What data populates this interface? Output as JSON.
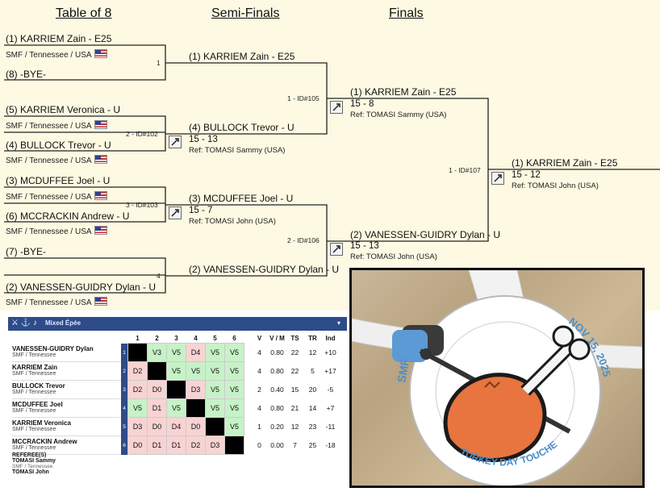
{
  "bracket": {
    "headers": {
      "t8": "Table of 8",
      "semi": "Semi-Finals",
      "final": "Finals"
    },
    "t8": [
      {
        "name": "(1) KARRIEM Zain - E25",
        "club": "SMF / Tennessee / USA"
      },
      {
        "name": "(8) -BYE-",
        "club": ""
      },
      {
        "name": "(5) KARRIEM Veronica - U",
        "club": "SMF / Tennessee / USA"
      },
      {
        "name": "(4) BULLOCK Trevor - U",
        "club": "SMF / Tennessee / USA"
      },
      {
        "name": "(3) MCDUFFEE Joel - U",
        "club": "SMF / Tennessee / USA"
      },
      {
        "name": "(6) MCCRACKIN Andrew - U",
        "club": "SMF / Tennessee / USA"
      },
      {
        "name": "(7) -BYE-",
        "club": ""
      },
      {
        "name": "(2) VANESSEN-GUIDRY Dylan - U",
        "club": "SMF / Tennessee / USA"
      }
    ],
    "t8_matches": [
      "1",
      "2 - ID#102",
      "3 - ID#103",
      "4"
    ],
    "semi": [
      {
        "name": "(1) KARRIEM Zain - E25",
        "score": "",
        "ref": ""
      },
      {
        "name": "(4) BULLOCK Trevor - U",
        "score": "15 - 13",
        "ref": "Ref: TOMASI Sammy (USA)"
      },
      {
        "name": "(3) MCDUFFEE Joel - U",
        "score": "15 - 7",
        "ref": "Ref: TOMASI John (USA)"
      },
      {
        "name": "(2) VANESSEN-GUIDRY Dylan - U",
        "score": "",
        "ref": ""
      }
    ],
    "semi_matches": [
      "1 - ID#105",
      "2 - ID#106"
    ],
    "finals": [
      {
        "name": "(1) KARRIEM Zain - E25",
        "score": "15 - 8",
        "ref": "Ref: TOMASI Sammy (USA)"
      },
      {
        "name": "(2) VANESSEN-GUIDRY Dylan - U",
        "score": "15 - 13",
        "ref": "Ref: TOMASI John (USA)"
      }
    ],
    "final_match": "1 - ID#107",
    "winner": {
      "name": "(1) KARRIEM Zain - E25",
      "score": "15 - 12",
      "ref": "Ref: TOMASI John (USA)"
    }
  },
  "pool": {
    "title": "Mixed Épée",
    "col_numbers": [
      "1",
      "2",
      "3",
      "4",
      "5",
      "6"
    ],
    "stat_headers": [
      "V",
      "V / M",
      "TS",
      "TR",
      "Ind"
    ],
    "fencers": [
      {
        "n": "1",
        "name": "VANESSEN-GUIDRY Dylan",
        "club": "SMF / Tennessee",
        "bouts": [
          "",
          "V3",
          "V5",
          "D4",
          "V5",
          "V5"
        ],
        "stats": [
          "4",
          "0.80",
          "22",
          "12",
          "+10"
        ]
      },
      {
        "n": "2",
        "name": "KARRIEM Zain",
        "club": "SMF / Tennessee",
        "bouts": [
          "D2",
          "",
          "V5",
          "V5",
          "V5",
          "V5"
        ],
        "stats": [
          "4",
          "0.80",
          "22",
          "5",
          "+17"
        ]
      },
      {
        "n": "3",
        "name": "BULLOCK Trevor",
        "club": "SMF / Tennessee",
        "bouts": [
          "D2",
          "D0",
          "",
          "D3",
          "V5",
          "V5"
        ],
        "stats": [
          "2",
          "0.40",
          "15",
          "20",
          "-5"
        ]
      },
      {
        "n": "4",
        "name": "MCDUFFEE Joel",
        "club": "SMF / Tennessee",
        "bouts": [
          "V5",
          "D1",
          "V5",
          "",
          "V5",
          "V5"
        ],
        "stats": [
          "4",
          "0.80",
          "21",
          "14",
          "+7"
        ]
      },
      {
        "n": "5",
        "name": "KARRIEM Veronica",
        "club": "SMF / Tennessee",
        "bouts": [
          "D3",
          "D0",
          "D4",
          "D0",
          "",
          "V5"
        ],
        "stats": [
          "1",
          "0.20",
          "12",
          "23",
          "-11"
        ]
      },
      {
        "n": "6",
        "name": "MCCRACKIN Andrew",
        "club": "SMF / Tennessee",
        "bouts": [
          "D0",
          "D1",
          "D1",
          "D2",
          "D3",
          ""
        ],
        "stats": [
          "0",
          "0.00",
          "7",
          "25",
          "-18"
        ]
      }
    ],
    "referees_title": "REFEREE(S)",
    "referees": [
      {
        "name": "TOMASI Sammy",
        "club": "SMF / Tennessee"
      },
      {
        "name": "TOMASI John",
        "club": ""
      }
    ]
  },
  "medal": {
    "org": "SMF",
    "event": "TURKEY DAY TOUCHE",
    "date": "NOV 15, 2025"
  },
  "colors": {
    "win": "#c7f2c7",
    "loss": "#f8d3d3",
    "bar": "#2e4b8a",
    "medal_orange": "#e8743f",
    "medal_blue": "#4a8fc9"
  }
}
